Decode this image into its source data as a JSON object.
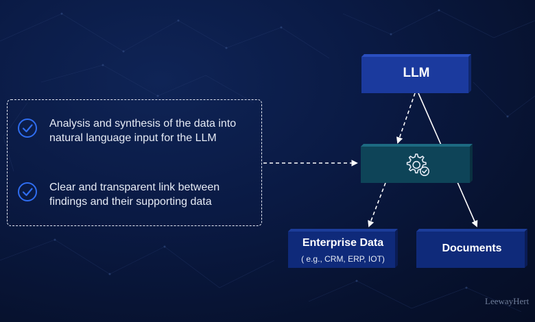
{
  "bullets": [
    {
      "text": "Analysis and synthesis of the data into natural language input for the LLM",
      "icon": "check-circle-icon"
    },
    {
      "text": "Clear and transparent link between findings and their supporting data",
      "icon": "check-circle-icon"
    }
  ],
  "llm_block": {
    "label": "LLM"
  },
  "processor_block": {
    "icon": "gear-check-icon"
  },
  "enterprise_block": {
    "label": "Enterprise Data",
    "sublabel": "( e.g., CRM, ERP, IOT)"
  },
  "documents_block": {
    "label": "Documents"
  },
  "brand": {
    "text": "LeewayHert"
  },
  "colors": {
    "background": "#07122f",
    "llm_block": "#1b3a9e",
    "processor_block": "#0e4458",
    "data_block": "#0f2a7a",
    "accent_check": "#2f6df0",
    "lines": "#ffffff"
  }
}
